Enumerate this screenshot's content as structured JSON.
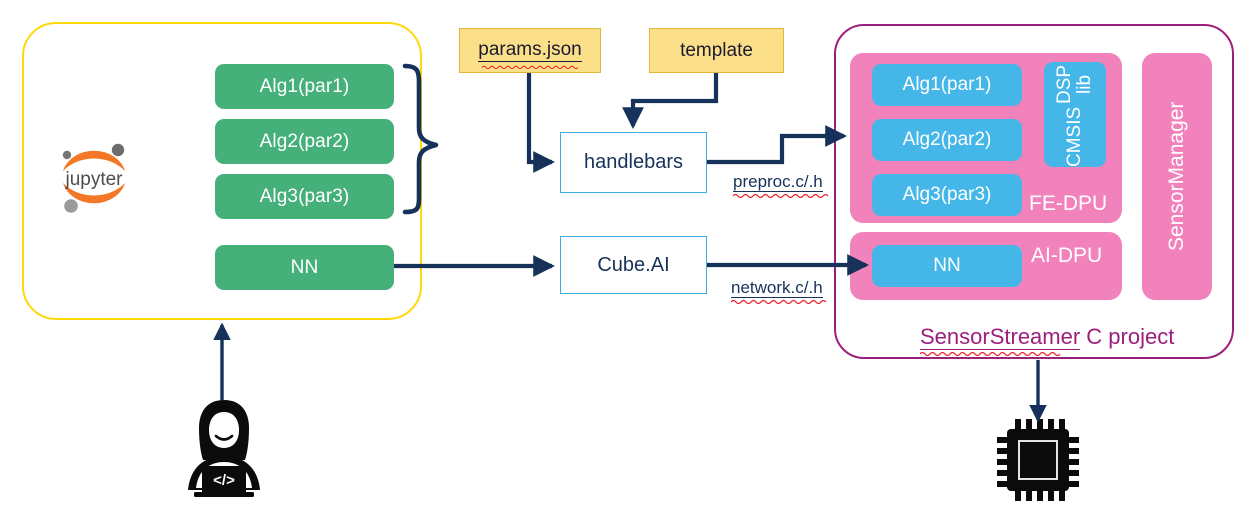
{
  "diagram": {
    "title": "SensorStreamer toolchain flow",
    "colors": {
      "jupyter_container_border": "#ffd80a",
      "project_container_border": "#9c1f7c",
      "algorithm_green": "#45b07a",
      "file_yellow": "#fce089",
      "file_yellow_border": "#e2b63c",
      "tool_border_blue": "#3eaee0",
      "dpu_pink": "#f282bb",
      "module_blue": "#45b6e8",
      "arrow_navy": "#17325a",
      "jupyter_orange": "#f37726",
      "jupyter_gray": "#767677"
    }
  },
  "jupyter_panel": {
    "logo_name": "jupyter-logo",
    "logo_text": "jupyter",
    "algorithms": [
      {
        "label": "Alg1(par1)"
      },
      {
        "label": "Alg2(par2)"
      },
      {
        "label": "Alg3(par3)"
      }
    ],
    "network": {
      "label": "NN"
    },
    "brace_name": "algorithms-grouping-brace"
  },
  "actor": {
    "icon_name": "developer-icon",
    "laptop_glyph": "</>"
  },
  "files": [
    {
      "name": "params-json-file",
      "label": "params.json",
      "underlined": true,
      "spellcheck_flag": true
    },
    {
      "name": "template-file",
      "label": "template",
      "underlined": false,
      "spellcheck_flag": false
    }
  ],
  "tools": [
    {
      "name": "handlebars-tool",
      "label": "handlebars"
    },
    {
      "name": "cube-ai-tool",
      "label": "Cube.AI"
    }
  ],
  "edge_labels": [
    {
      "name": "preproc-output-label",
      "label": "preproc.c/.h",
      "underlined": true,
      "spellcheck_flag": true
    },
    {
      "name": "network-output-label",
      "label": "network.c/.h",
      "underlined": true,
      "spellcheck_flag": true
    }
  ],
  "project_panel": {
    "caption_underlined": "SensorStreamer",
    "caption_rest": " C project",
    "fe_dpu": {
      "label": "FE-DPU",
      "modules": [
        {
          "label": "Alg1(par1)"
        },
        {
          "label": "Alg2(par2)"
        },
        {
          "label": "Alg3(par3)"
        }
      ],
      "library": {
        "line1": "CMSIS",
        "line2": "DSP lib"
      }
    },
    "ai_dpu": {
      "label": "AI-DPU",
      "modules": [
        {
          "label": "NN"
        }
      ]
    },
    "sensor_manager": {
      "label": "SensorManager"
    }
  },
  "target": {
    "icon_name": "microcontroller-chip-icon"
  }
}
